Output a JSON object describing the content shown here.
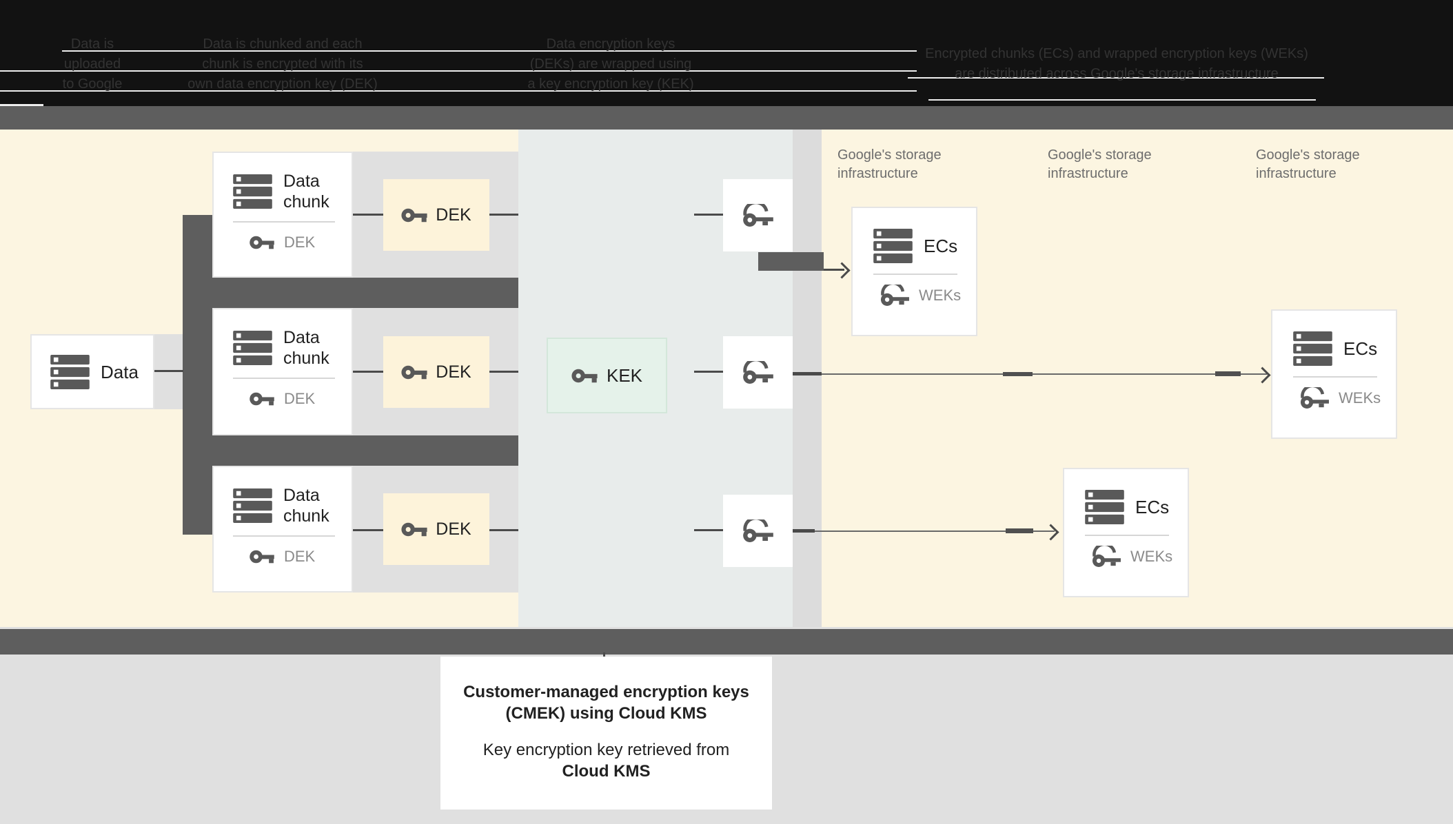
{
  "header": {
    "columns": [
      {
        "lines": [
          "Data is",
          "uploaded",
          "to Google"
        ]
      },
      {
        "lines": [
          "Data is chunked and each",
          "chunk is encrypted with its",
          "own data encryption key (DEK)"
        ]
      },
      {
        "lines": [
          "Data encryption keys",
          "(DEKs) are wrapped using",
          "a key encryption key (KEK)"
        ]
      },
      {
        "lines": [
          "Encrypted chunks (ECs) and wrapped encryption keys (WEKs)",
          "are distributed across Google's storage infrastructure"
        ]
      }
    ]
  },
  "diagram": {
    "data_box": {
      "label": "Data"
    },
    "chunk_boxes": [
      {
        "title": "Data chunk",
        "key_label": "DEK"
      },
      {
        "title": "Data chunk",
        "key_label": "DEK"
      },
      {
        "title": "Data chunk",
        "key_label": "DEK"
      }
    ],
    "dek_boxes": [
      {
        "label": "DEK"
      },
      {
        "label": "DEK"
      },
      {
        "label": "DEK"
      }
    ],
    "kek_box": {
      "label": "KEK"
    },
    "storage_labels": [
      {
        "line1": "Google's storage",
        "line2": "infrastructure"
      },
      {
        "line1": "Google's storage",
        "line2": "infrastructure"
      },
      {
        "line1": "Google's storage",
        "line2": "infrastructure"
      }
    ],
    "ec_boxes": [
      {
        "title": "ECs",
        "key_label": "WEKs"
      },
      {
        "title": "ECs",
        "key_label": "WEKs"
      },
      {
        "title": "ECs",
        "key_label": "WEKs"
      }
    ]
  },
  "caption": {
    "lines": [
      "Customer-managed encryption keys",
      "(CMEK) using Cloud KMS",
      "Key encryption key retrieved from",
      "Cloud KMS"
    ]
  },
  "colors": {
    "cream_section": "#fcf5e1",
    "kms_section": "#e8eceb",
    "pipe_dark_gray": "#5e5e5e",
    "pipe_light_gray": "#e0e0e0",
    "dek_box_fill": "#fdf3da",
    "kek_box_fill": "#e5f2ea",
    "icon_gray": "#595959",
    "text_dark": "#212121",
    "text_gray": "#8a8a8a",
    "storage_label_gray": "#6d6d6d",
    "header_text": "#333333",
    "connector": "#4a4a4a"
  }
}
